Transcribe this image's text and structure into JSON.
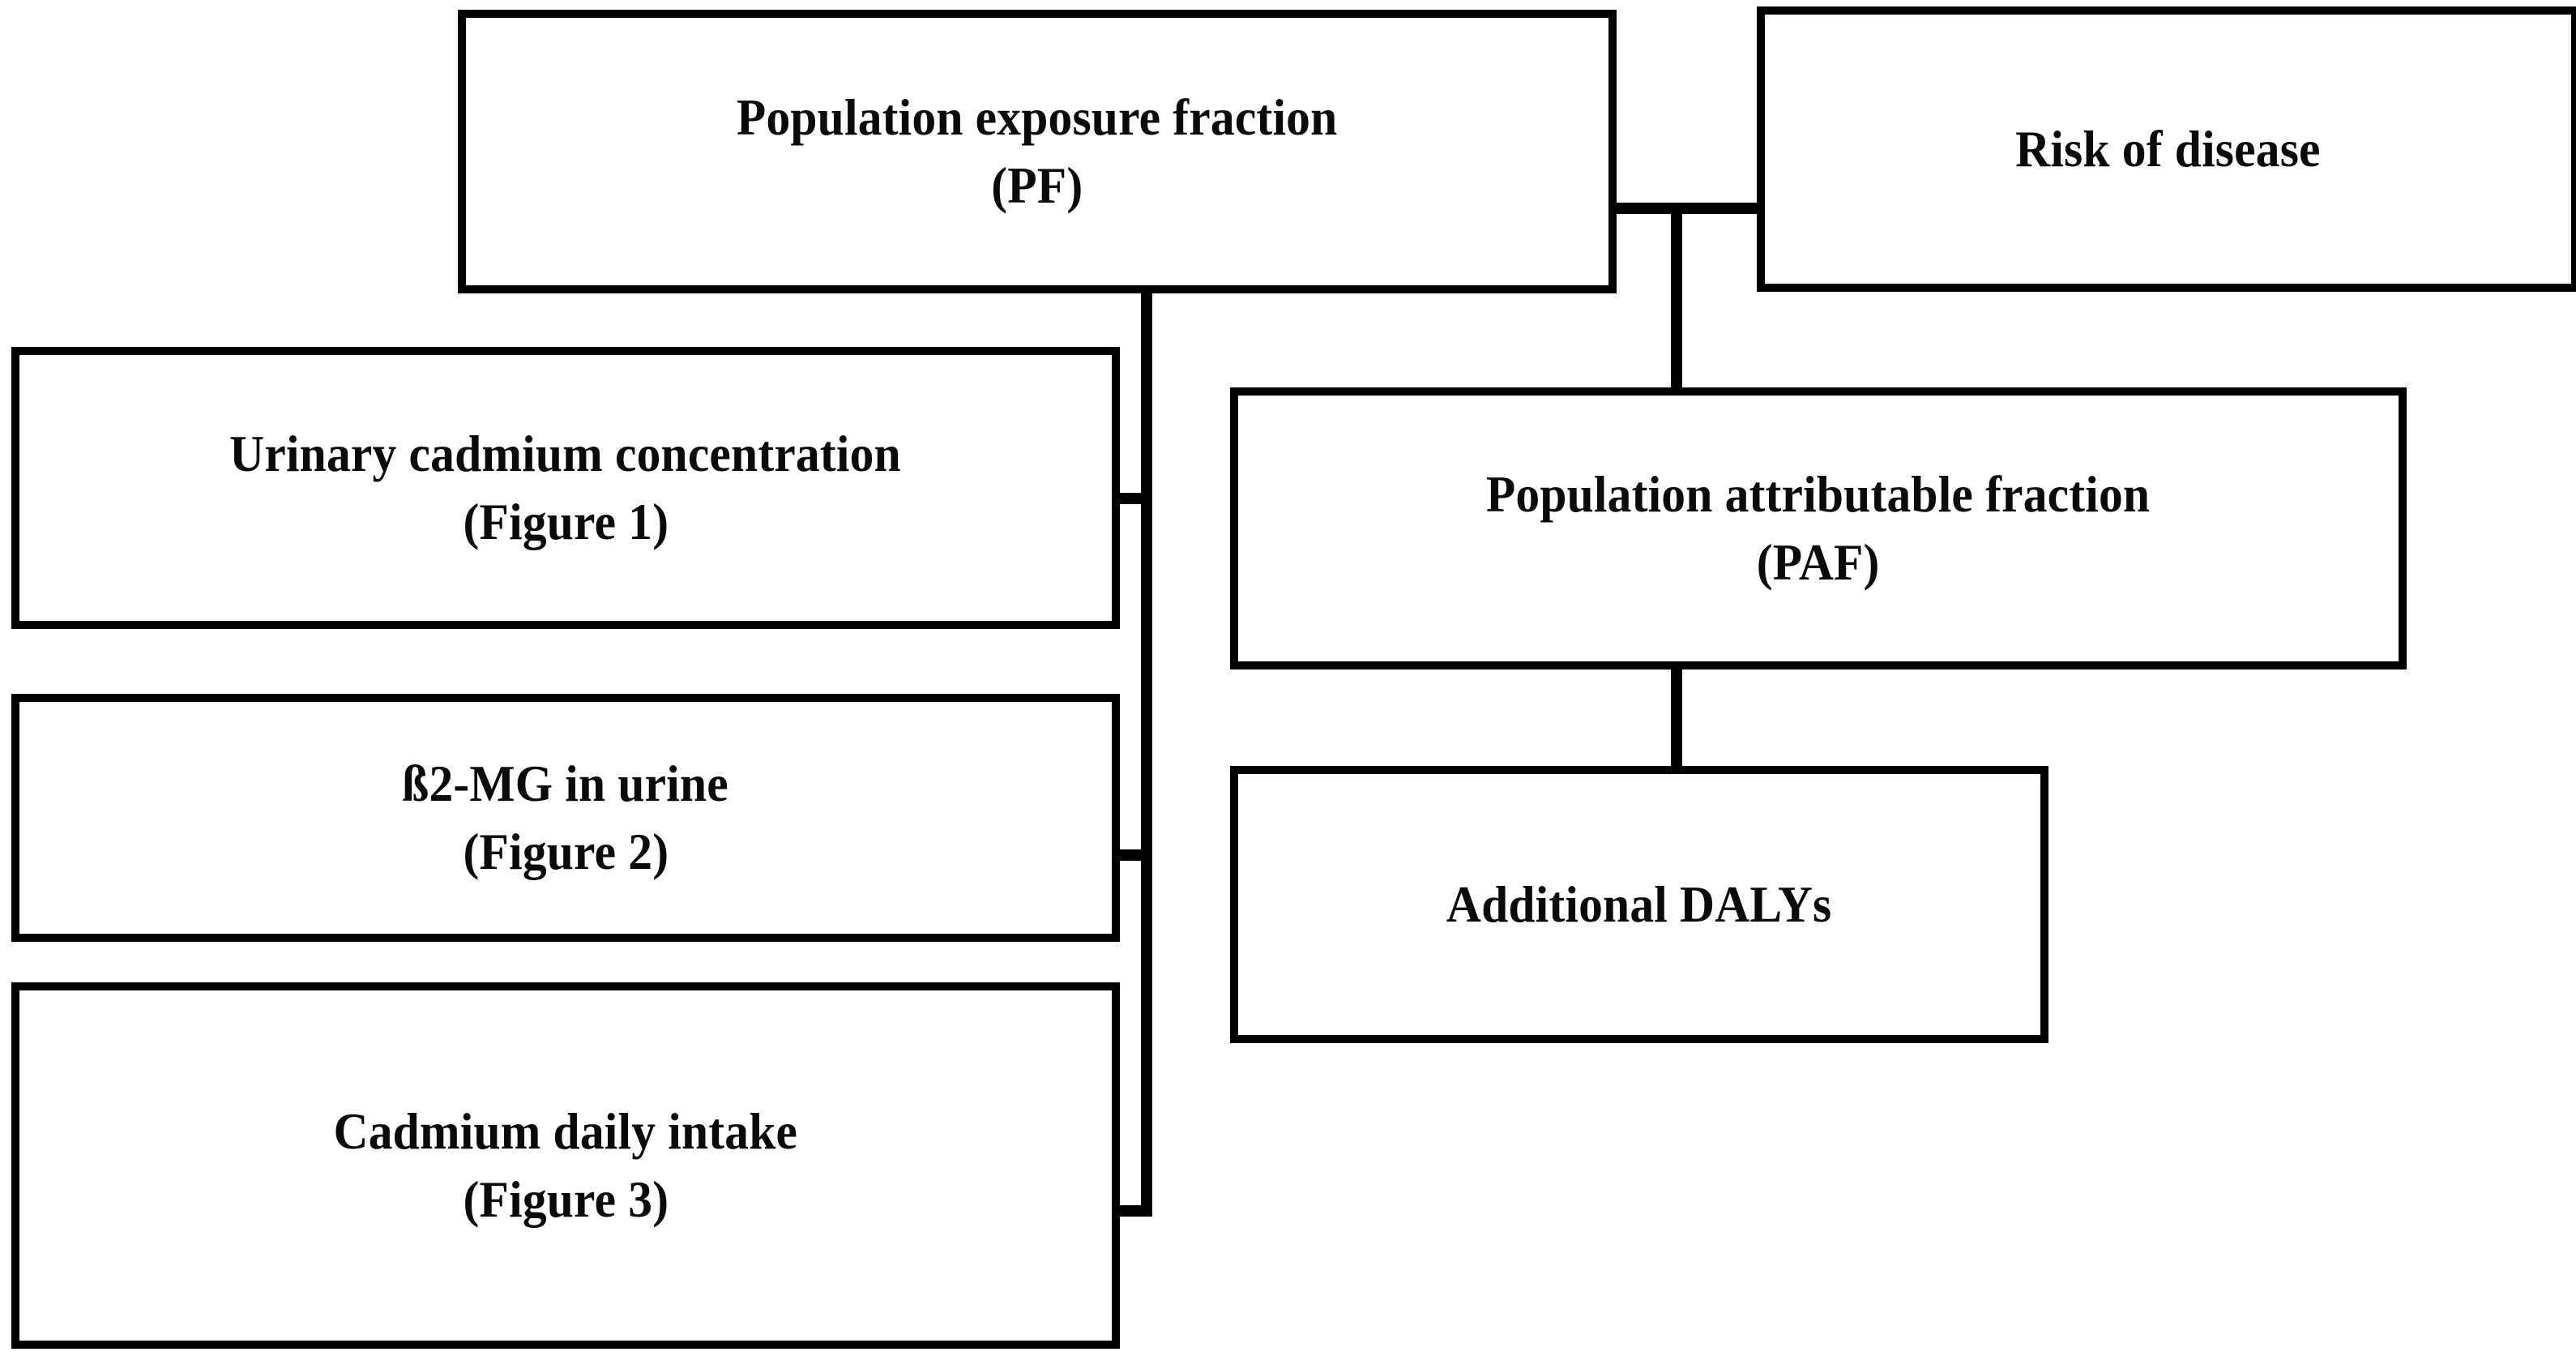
{
  "diagram": {
    "title": "Cadmium exposure to disease burden flow diagram",
    "background_color": "#ffffff",
    "line_color": "#000000",
    "text_color": "#0a0a0a",
    "nodes": {
      "population_exposure_fraction": {
        "line1": "Population exposure fraction",
        "line2": "(PF)"
      },
      "risk_of_disease": {
        "line1": "Risk  of disease",
        "line2": ""
      },
      "urinary_cadmium": {
        "line1": "Urinary cadmium concentration",
        "line2": "(Figure 1)"
      },
      "b2mg_in_urine": {
        "line1": "ß2-MG in urine",
        "line2": "(Figure 2)"
      },
      "cadmium_daily_intake": {
        "line1": "Cadmium daily intake",
        "line2": "(Figure 3)"
      },
      "population_attributable_fraction": {
        "line1": "Population attributable fraction",
        "line2": "(PAF)"
      },
      "additional_dalys": {
        "line1": "Additional DALYs",
        "line2": ""
      }
    },
    "connectors": [
      {
        "name": "pf-to-left-branch-trunk",
        "from": "population_exposure_fraction",
        "to": "left-input-boxes",
        "orientation": "vertical"
      },
      {
        "name": "urinary-to-trunk",
        "from": "urinary_cadmium",
        "to": "left-branch-trunk",
        "orientation": "horizontal"
      },
      {
        "name": "b2mg-to-trunk",
        "from": "b2mg_in_urine",
        "to": "left-branch-trunk",
        "orientation": "horizontal"
      },
      {
        "name": "intake-to-trunk",
        "from": "cadmium_daily_intake",
        "to": "left-branch-trunk",
        "orientation": "horizontal"
      },
      {
        "name": "pf-to-risk",
        "from": "population_exposure_fraction",
        "to": "risk_of_disease",
        "orientation": "horizontal"
      },
      {
        "name": "junction-to-paf",
        "from": "pf-risk-junction",
        "to": "population_attributable_fraction",
        "orientation": "vertical"
      },
      {
        "name": "paf-to-dalys",
        "from": "population_attributable_fraction",
        "to": "additional_dalys",
        "orientation": "vertical"
      }
    ]
  }
}
